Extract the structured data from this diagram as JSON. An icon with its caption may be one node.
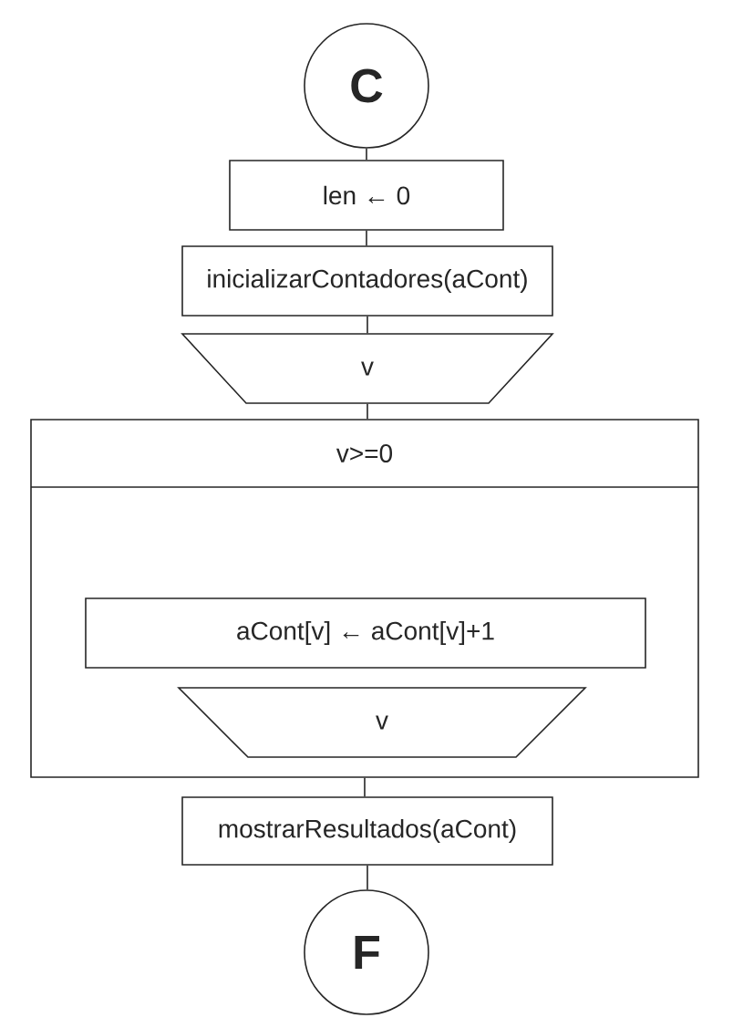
{
  "diagram": {
    "nodes": [
      {
        "text": [
          "C"
        ]
      },
      {
        "text": [
          "len ← 0"
        ]
      },
      {
        "text": [
          "inicializarContadores(aCont)"
        ]
      },
      {
        "text": [
          "v"
        ]
      },
      {
        "text": [
          "v>=0"
        ]
      },
      {
        "text": [
          "aCont[v] ← aCont[v]+1"
        ],
        "in": 4
      },
      {
        "text": [
          "v"
        ],
        "in": 4
      },
      {
        "text": [
          "mostrarResultados(aCont)"
        ]
      },
      {
        "text": [
          "F"
        ]
      }
    ],
    "edges": [
      {
        "from": 0,
        "to": 1,
        "arrow": "none"
      },
      {
        "from": 1,
        "to": 2,
        "arrow": "none"
      },
      {
        "from": 2,
        "to": 3,
        "arrow": "none"
      },
      {
        "from": 3,
        "to": 4,
        "arrow": "none"
      },
      {
        "from": 4,
        "to": 7,
        "arrow": "none"
      },
      {
        "from": 7,
        "to": 8,
        "arrow": "none"
      }
    ]
  }
}
